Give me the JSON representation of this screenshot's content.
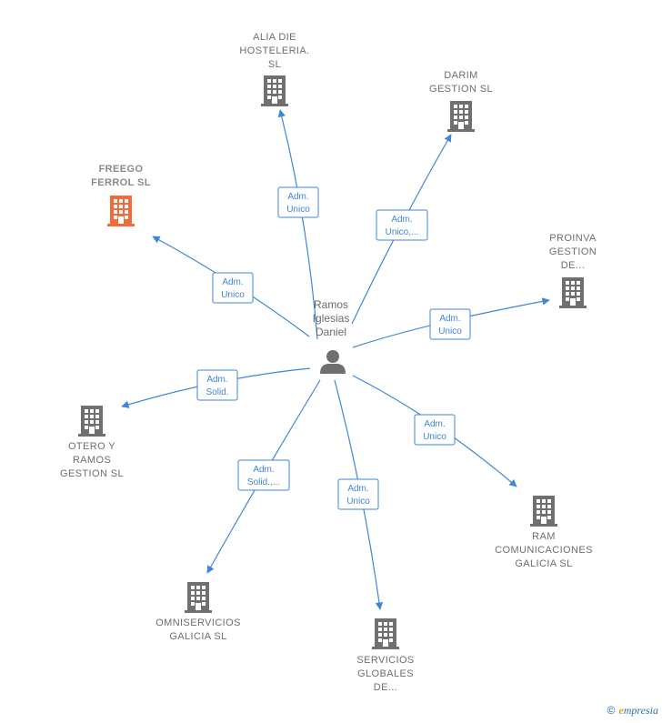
{
  "colors": {
    "edge": "#3f86d6",
    "building_default": "#707070",
    "building_highlight": "#f26b3a",
    "person": "#6f6f6f"
  },
  "center": {
    "label": [
      "Ramos",
      "Iglesias",
      "Daniel"
    ],
    "icon": "person-icon"
  },
  "nodes": [
    {
      "id": "alia",
      "label": [
        "ALIA DIE",
        "HOSTELERIA.",
        "SL"
      ],
      "icon": "building-icon",
      "highlight": false,
      "edge_label": [
        "Adm.",
        "Unico"
      ]
    },
    {
      "id": "darim",
      "label": [
        "DARIM",
        "GESTION  SL"
      ],
      "icon": "building-icon",
      "highlight": false,
      "edge_label": [
        "Adm.",
        "Unico,..."
      ]
    },
    {
      "id": "freego",
      "label": [
        "FREEGO",
        "FERROL  SL"
      ],
      "icon": "building-icon",
      "highlight": true,
      "edge_label": [
        "Adm.",
        "Unico"
      ]
    },
    {
      "id": "proinva",
      "label": [
        "PROINVA",
        "GESTION",
        "DE..."
      ],
      "icon": "building-icon",
      "highlight": false,
      "edge_label": [
        "Adm.",
        "Unico"
      ]
    },
    {
      "id": "otero",
      "label": [
        "OTERO Y",
        "RAMOS",
        "GESTION  SL"
      ],
      "icon": "building-icon",
      "highlight": false,
      "edge_label": [
        "Adm.",
        "Solid."
      ]
    },
    {
      "id": "ram",
      "label": [
        "RAM",
        "COMUNICACIONES",
        "GALICIA SL"
      ],
      "icon": "building-icon",
      "highlight": false,
      "edge_label": [
        "Adm.",
        "Unico"
      ]
    },
    {
      "id": "omni",
      "label": [
        "OMNISERVICIOS",
        "GALICIA SL"
      ],
      "icon": "building-icon",
      "highlight": false,
      "edge_label": [
        "Adm.",
        "Solid.,..."
      ]
    },
    {
      "id": "servicios",
      "label": [
        "SERVICIOS",
        "GLOBALES",
        "DE..."
      ],
      "icon": "building-icon",
      "highlight": false,
      "edge_label": [
        "Adm.",
        "Unico"
      ]
    }
  ],
  "footer": {
    "copyright": "©",
    "brand_first": "e",
    "brand_rest": "mpresia"
  }
}
